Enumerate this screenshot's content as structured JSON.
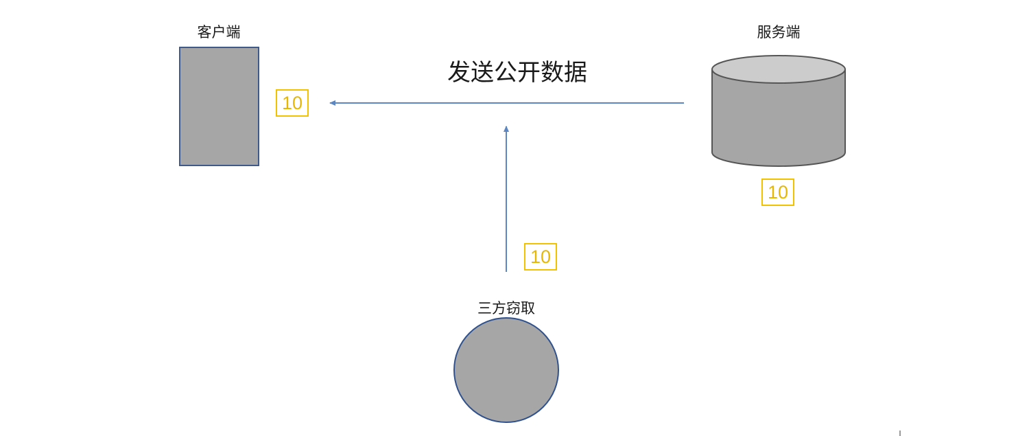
{
  "diagram": {
    "client": {
      "label": "客户端"
    },
    "server": {
      "label": "服务端"
    },
    "third_party": {
      "label": "三方窃取"
    },
    "message": {
      "label": "发送公开数据"
    },
    "values": {
      "client_value": "10",
      "server_value": "10",
      "intercepted_value": "10"
    },
    "colors": {
      "node_fill": "#a6a6a6",
      "cylinder_top": "#cccccc",
      "client_stroke": "#3f5a8a",
      "eavesdropper_stroke": "#2f528f",
      "server_stroke": "#555555",
      "arrow": "#5b86c2",
      "value_box": "#f2c200"
    }
  }
}
